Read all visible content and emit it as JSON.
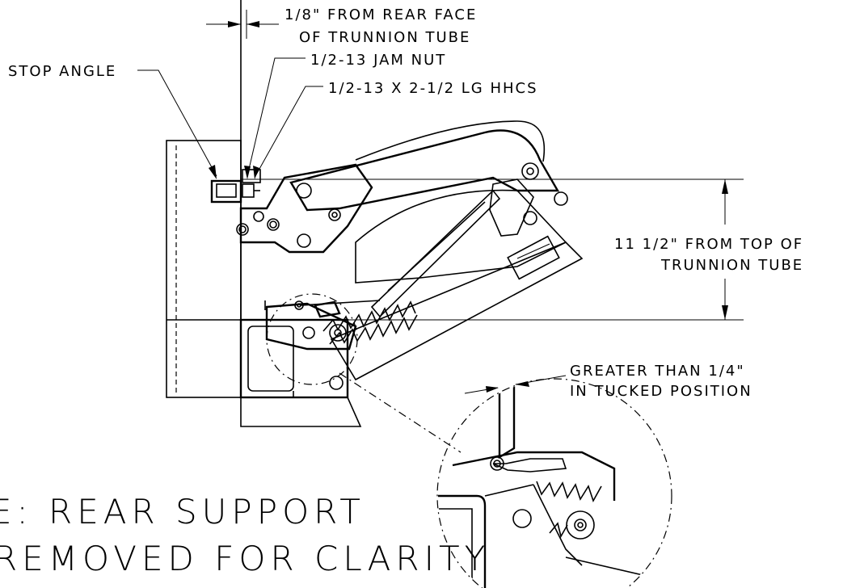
{
  "annotations": {
    "rear_face_line1": "1/8\" FROM REAR FACE",
    "rear_face_line2": "OF TRUNNION TUBE",
    "stop_angle": "STOP ANGLE",
    "jam_nut": "1/2-13 JAM NUT",
    "hhcs": "1/2-13 X 2-1/2 LG HHCS",
    "top_dim_line1": "11 1/2\" FROM TOP OF",
    "top_dim_line2": "TRUNNION TUBE",
    "gap_line1": "GREATER THAN 1/4\"",
    "gap_line2": "IN TUCKED POSITION"
  },
  "note": {
    "line1": "E:  REAR  SUPPORT",
    "line2": "REMOVED  FOR  CLARITY"
  }
}
